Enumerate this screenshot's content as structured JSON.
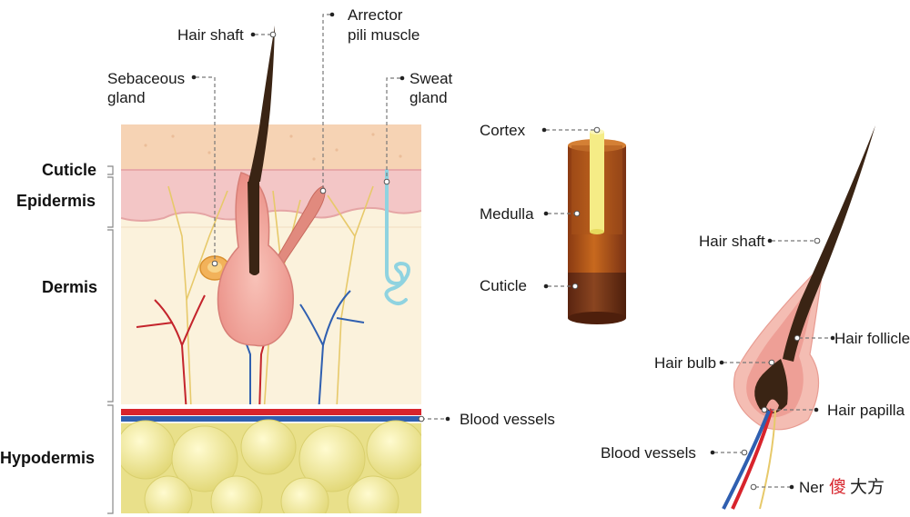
{
  "layers": {
    "cuticle": "Cuticle",
    "epidermis": "Epidermis",
    "dermis": "Dermis",
    "hypodermis": "Hypodermis"
  },
  "skin_labels": {
    "hair_shaft": "Hair shaft",
    "arrector_line1": "Arrector",
    "arrector_line2": "pili muscle",
    "sebaceous_line1": "Sebaceous",
    "sebaceous_line2": "gland",
    "sweat_line1": "Sweat",
    "sweat_line2": "gland",
    "blood_vessels": "Blood vessels"
  },
  "hair_section_labels": {
    "cortex": "Cortex",
    "medulla": "Medulla",
    "cuticle": "Cuticle"
  },
  "follicle_labels": {
    "hair_shaft": "Hair shaft",
    "hair_follicle": "Hair follicle",
    "hair_bulb": "Hair bulb",
    "hair_papilla": "Hair papilla",
    "blood_vessels": "Blood vessels",
    "nerve_partial": "Ner"
  },
  "watermark": {
    "char_red": "傻",
    "chars_black": "大方"
  },
  "colors": {
    "skin_surface": "#f6d3b4",
    "epidermis": "#f3c6c6",
    "dermis": "#fbf2dc",
    "fat": "#ece79a",
    "hair": "#3a2414",
    "follicle": "#f2a7a0",
    "artery": "#d8242c",
    "vein": "#2f5fb0",
    "sweat_duct": "#8fd3e0",
    "cortex_core": "#f5ec86",
    "medulla_band": "#c8691e",
    "cuticle_band": "#7a3a18",
    "watermark_red": "#d8242c"
  }
}
